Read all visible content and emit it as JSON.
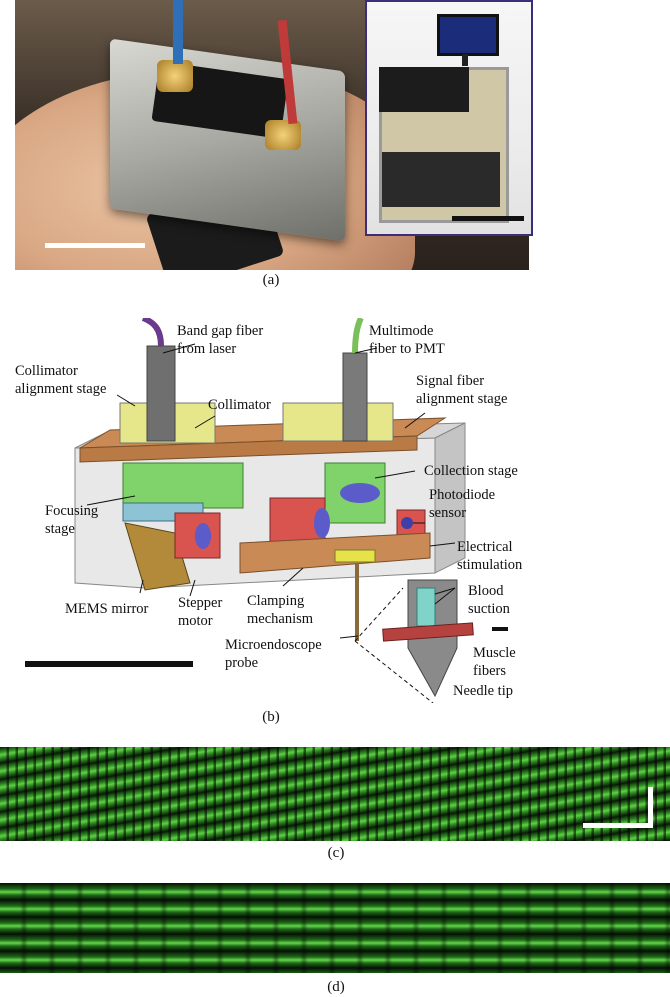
{
  "captions": {
    "a": "(a)",
    "b": "(b)",
    "c": "(c)",
    "d": "(d)"
  },
  "diagram_labels": {
    "band_gap_fiber": "Band gap fiber\nfrom laser",
    "multimode_fiber": "Multimode\nfiber to PMT",
    "collimator_alignment_stage": "Collimator\nalignment stage",
    "signal_fiber_alignment_stage": "Signal fiber\nalignment stage",
    "collimator": "Collimator",
    "collection_stage": "Collection stage",
    "photodiode_sensor": "Photodiode\nsensor",
    "focusing_stage": "Focusing\nstage",
    "electrical_stimulation": "Electrical\nstimulation",
    "blood_suction": "Blood\nsuction",
    "mems_mirror": "MEMS mirror",
    "stepper_motor": "Stepper\nmotor",
    "clamping_mechanism": "Clamping\nmechanism",
    "microendoscope_probe": "Microendoscope\nprobe",
    "muscle_fibers": "Muscle\nfibers",
    "needle_tip": "Needle tip"
  },
  "colors": {
    "inset_border": "#3b2d7a",
    "fluorescence_green": "#5fd046",
    "stage_yellow": "#e6e68a",
    "stage_green": "#7fd36a",
    "stage_red": "#d9534f",
    "base_orange": "#c98a55"
  }
}
